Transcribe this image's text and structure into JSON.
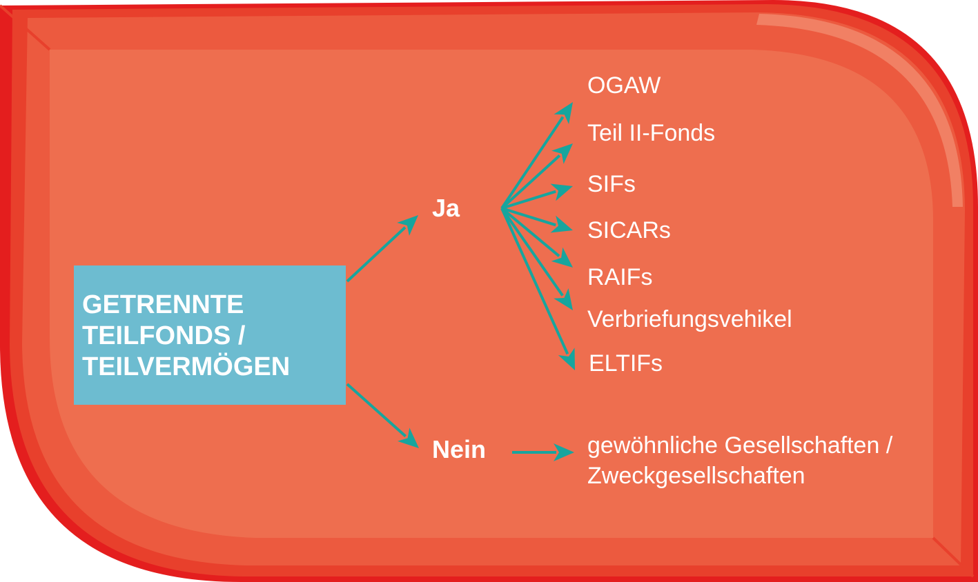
{
  "diagram": {
    "root": {
      "lines": [
        "GETRENNTE",
        "TEILFONDS /",
        "TEILVERMÖGEN"
      ]
    },
    "yes": {
      "label": "Ja",
      "items": [
        "OGAW",
        "Teil II-Fonds",
        "SIFs",
        "SICARs",
        "RAIFs",
        "Verbriefungsvehikel",
        "ELTIFs"
      ]
    },
    "no": {
      "label": "Nein",
      "target_lines": [
        "gewöhnliche Gesellschaften /",
        "Zweckgesellschaften"
      ]
    }
  },
  "colors": {
    "panel": "#ee6e4f",
    "frame": "#e41e1e",
    "box": "#6dbcd0",
    "arrow": "#17a59e",
    "text": "#ffffff"
  }
}
